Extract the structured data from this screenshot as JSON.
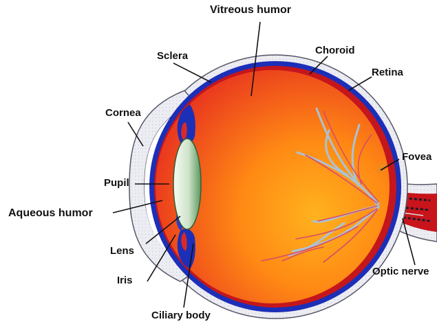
{
  "labels": {
    "vitreous_humor": "Vitreous humor",
    "sclera": "Sclera",
    "choroid": "Choroid",
    "retina": "Retina",
    "cornea": "Cornea",
    "fovea": "Fovea",
    "pupil": "Pupil",
    "aqueous_humor": "Aqueous humor",
    "lens": "Lens",
    "iris": "Iris",
    "optic_nerve": "Optic nerve",
    "ciliary_body": "Ciliary body"
  },
  "colors": {
    "sclera": "#e9e9f2",
    "choroid": "#1c2fb8",
    "retina": "#c4161c",
    "vitreous_center": "#ff9a1a",
    "vitreous_edge": "#e8311f",
    "lens_light": "#f4faf2",
    "lens_dark": "#5e9a63",
    "vessel_blue": "#a9c3d4",
    "vessel_red": "#d94a6a",
    "leader_line": "#111111"
  }
}
